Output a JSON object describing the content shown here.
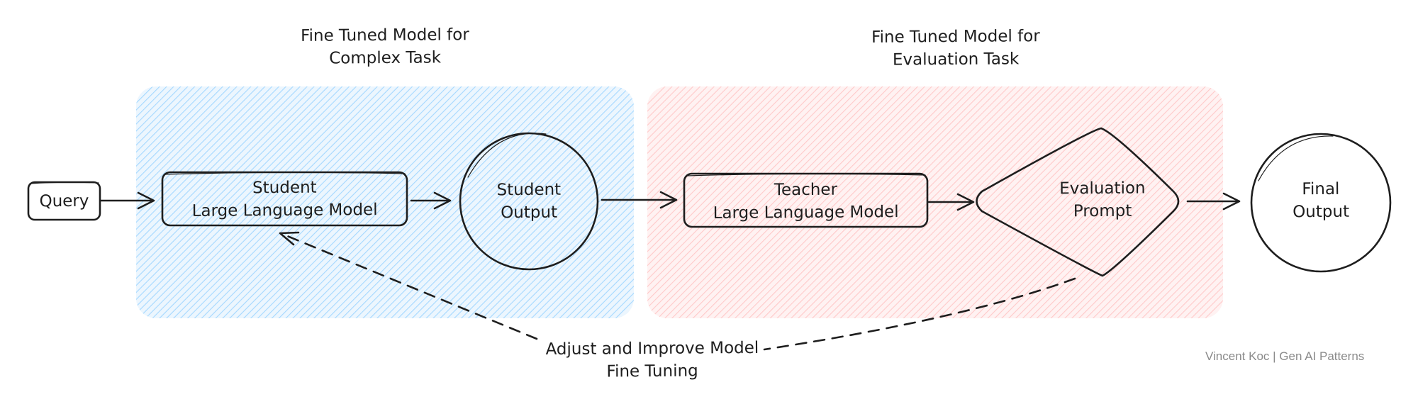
{
  "groups": [
    {
      "id": "complex",
      "title_lines": [
        "Fine Tuned Model for",
        "Complex Task"
      ],
      "fill": "#a5d8ff"
    },
    {
      "id": "evaluation",
      "title_lines": [
        "Fine Tuned Model for",
        "Evaluation Task"
      ],
      "fill": "#ffc9c9"
    }
  ],
  "nodes": {
    "query": {
      "lines": [
        "Query"
      ]
    },
    "student_llm": {
      "lines": [
        "Student",
        "Large Language Model"
      ]
    },
    "student_output": {
      "lines": [
        "Student",
        "Output"
      ]
    },
    "teacher_llm": {
      "lines": [
        "Teacher",
        "Large Language Model"
      ]
    },
    "evaluation_prompt": {
      "lines": [
        "Evaluation",
        "Prompt"
      ]
    },
    "final_output": {
      "lines": [
        "Final",
        "Output"
      ]
    }
  },
  "feedback": {
    "lines": [
      "Adjust and Improve Model",
      "Fine Tuning"
    ]
  },
  "credit": "Vincent Koc | Gen AI Patterns",
  "colors": {
    "stroke": "#1e1e1e",
    "credit": "#8a8a8a"
  }
}
